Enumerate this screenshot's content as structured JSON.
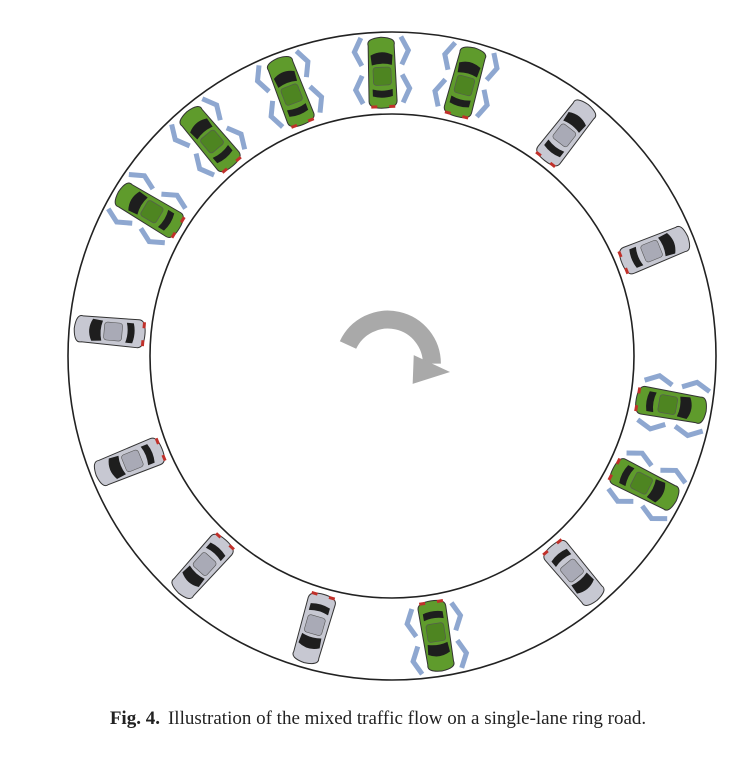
{
  "figure": {
    "direction": "clockwise",
    "cars": [
      {
        "type": "automated",
        "color": "#5f9b2c",
        "angle": 301
      },
      {
        "type": "automated",
        "color": "#5f9b2c",
        "angle": 320
      },
      {
        "type": "automated",
        "color": "#5f9b2c",
        "angle": 339
      },
      {
        "type": "automated",
        "color": "#5f9b2c",
        "angle": 358
      },
      {
        "type": "automated",
        "color": "#5f9b2c",
        "angle": 15
      },
      {
        "type": "human",
        "color": "#c7c8d2",
        "angle": 38
      },
      {
        "type": "human",
        "color": "#c7c8d2",
        "angle": 68
      },
      {
        "type": "automated",
        "color": "#5f9b2c",
        "angle": 100
      },
      {
        "type": "automated",
        "color": "#5f9b2c",
        "angle": 117
      },
      {
        "type": "human",
        "color": "#c7c8d2",
        "angle": 140
      },
      {
        "type": "automated",
        "color": "#5f9b2c",
        "angle": 171
      },
      {
        "type": "human",
        "color": "#c7c8d2",
        "angle": 196
      },
      {
        "type": "human",
        "color": "#c7c8d2",
        "angle": 222
      },
      {
        "type": "human",
        "color": "#c7c8d2",
        "angle": 248
      },
      {
        "type": "human",
        "color": "#c7c8d2",
        "angle": 275
      }
    ],
    "colors": {
      "road_edge": "#222222",
      "arrow": "#a9a9a9",
      "shadow": "#7a98c8",
      "window": "#1e1e1e"
    }
  },
  "caption": {
    "label": "Fig. 4.",
    "text": "Illustration of the mixed traffic flow on a single-lane ring road."
  }
}
